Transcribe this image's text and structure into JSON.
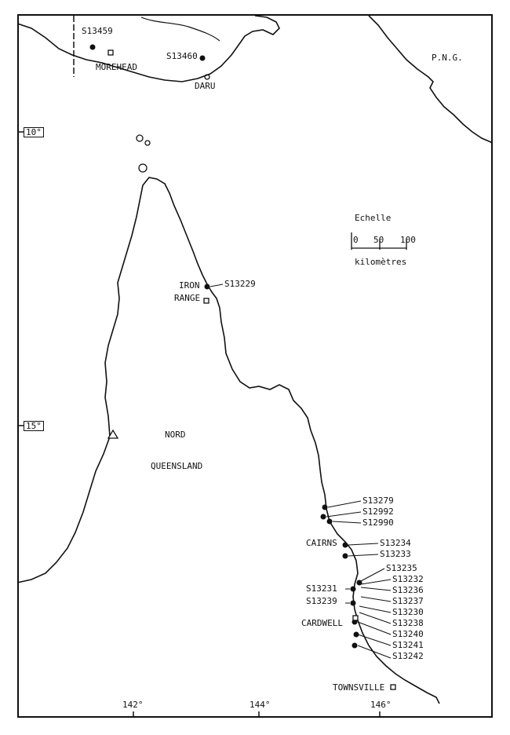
{
  "map": {
    "country_label": "P.N.G.",
    "region_labels": [
      "NORD",
      "QUEENSLAND"
    ],
    "towns": {
      "morehead": "MOREHEAD",
      "daru": "DARU",
      "iron_range_1": "IRON",
      "iron_range_2": "RANGE",
      "cairns": "CAIRNS",
      "cardwell": "CARDWELL",
      "townsville": "TOWNSVILLE"
    },
    "latitude_labels": [
      "10°",
      "15°"
    ],
    "longitude_labels": [
      "142°",
      "144°",
      "146°"
    ],
    "scale": {
      "title": "Echelle",
      "ticks": [
        "0",
        "50",
        "100"
      ],
      "unit": "kilomètres"
    },
    "sites": {
      "s13459": "S13459",
      "s13460": "S13460",
      "s13229": "S13229",
      "s13279": "S13279",
      "s12992": "S12992",
      "s12990": "S12990",
      "s13234": "S13234",
      "s13233": "S13233",
      "s13235": "S13235",
      "s13232": "S13232",
      "s13236": "S13236",
      "s13231": "S13231",
      "s13239": "S13239",
      "s13237": "S13237",
      "s13230": "S13230",
      "s13238": "S13238",
      "s13240": "S13240",
      "s13241": "S13241",
      "s13242": "S13242"
    }
  }
}
